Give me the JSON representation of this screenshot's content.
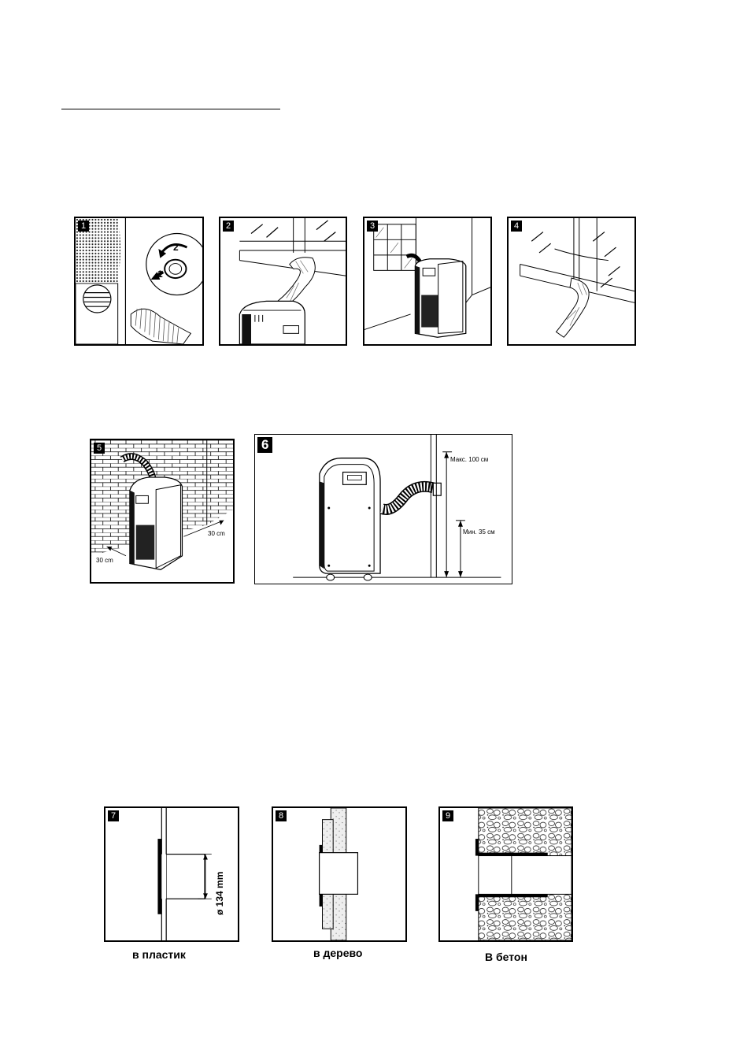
{
  "figures": {
    "row1": [
      {
        "number": "1",
        "marker_1": "1",
        "marker_2": "2"
      },
      {
        "number": "2"
      },
      {
        "number": "3"
      },
      {
        "number": "4"
      }
    ],
    "fig5": {
      "number": "5",
      "clearance_side": "30 cm",
      "clearance_back": "30 cm"
    },
    "fig6": {
      "number": "6",
      "max_label": "Макс. 100 см",
      "min_label": "Мин. 35 см"
    },
    "row3": [
      {
        "number": "7",
        "caption": "в пластик",
        "diameter": "ø 134 mm"
      },
      {
        "number": "8",
        "caption": "в дерево"
      },
      {
        "number": "9",
        "caption": "В бетон"
      }
    ]
  }
}
